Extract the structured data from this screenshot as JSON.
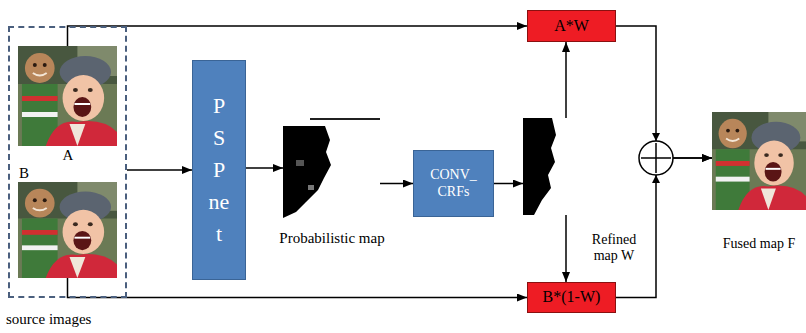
{
  "diagram": {
    "nodes": [
      {
        "text": [
          "source images"
        ]
      },
      {
        "text": [
          "A"
        ],
        "in": 0
      },
      {
        "text": [
          "B"
        ],
        "in": 0
      },
      {
        "text": [
          "PSPnet"
        ]
      },
      {
        "text": [
          "Probabilistic map"
        ]
      },
      {
        "text": [
          "CONV_ CRFs"
        ]
      },
      {
        "text": [
          "Refined map W"
        ]
      },
      {
        "text": [
          "A*W"
        ]
      },
      {
        "text": [
          "B*(1-W)"
        ]
      },
      {
        "text": [
          "Fused map F"
        ]
      }
    ],
    "edges": [
      {
        "from": 1,
        "to": 7,
        "arrow": "to"
      },
      {
        "from": 2,
        "to": 8,
        "arrow": "to"
      },
      {
        "from": 0,
        "to": 3,
        "arrow": "to"
      },
      {
        "from": 3,
        "to": 4,
        "arrow": "to"
      },
      {
        "from": 4,
        "to": 5,
        "arrow": "to"
      },
      {
        "from": 5,
        "to": 6,
        "arrow": "to"
      },
      {
        "from": 6,
        "to": 7,
        "arrow": "to"
      },
      {
        "from": 6,
        "to": 8,
        "arrow": "to"
      },
      {
        "from": 7,
        "to": 9,
        "arrow": "to"
      },
      {
        "from": 8,
        "to": 9,
        "arrow": "to"
      }
    ]
  }
}
